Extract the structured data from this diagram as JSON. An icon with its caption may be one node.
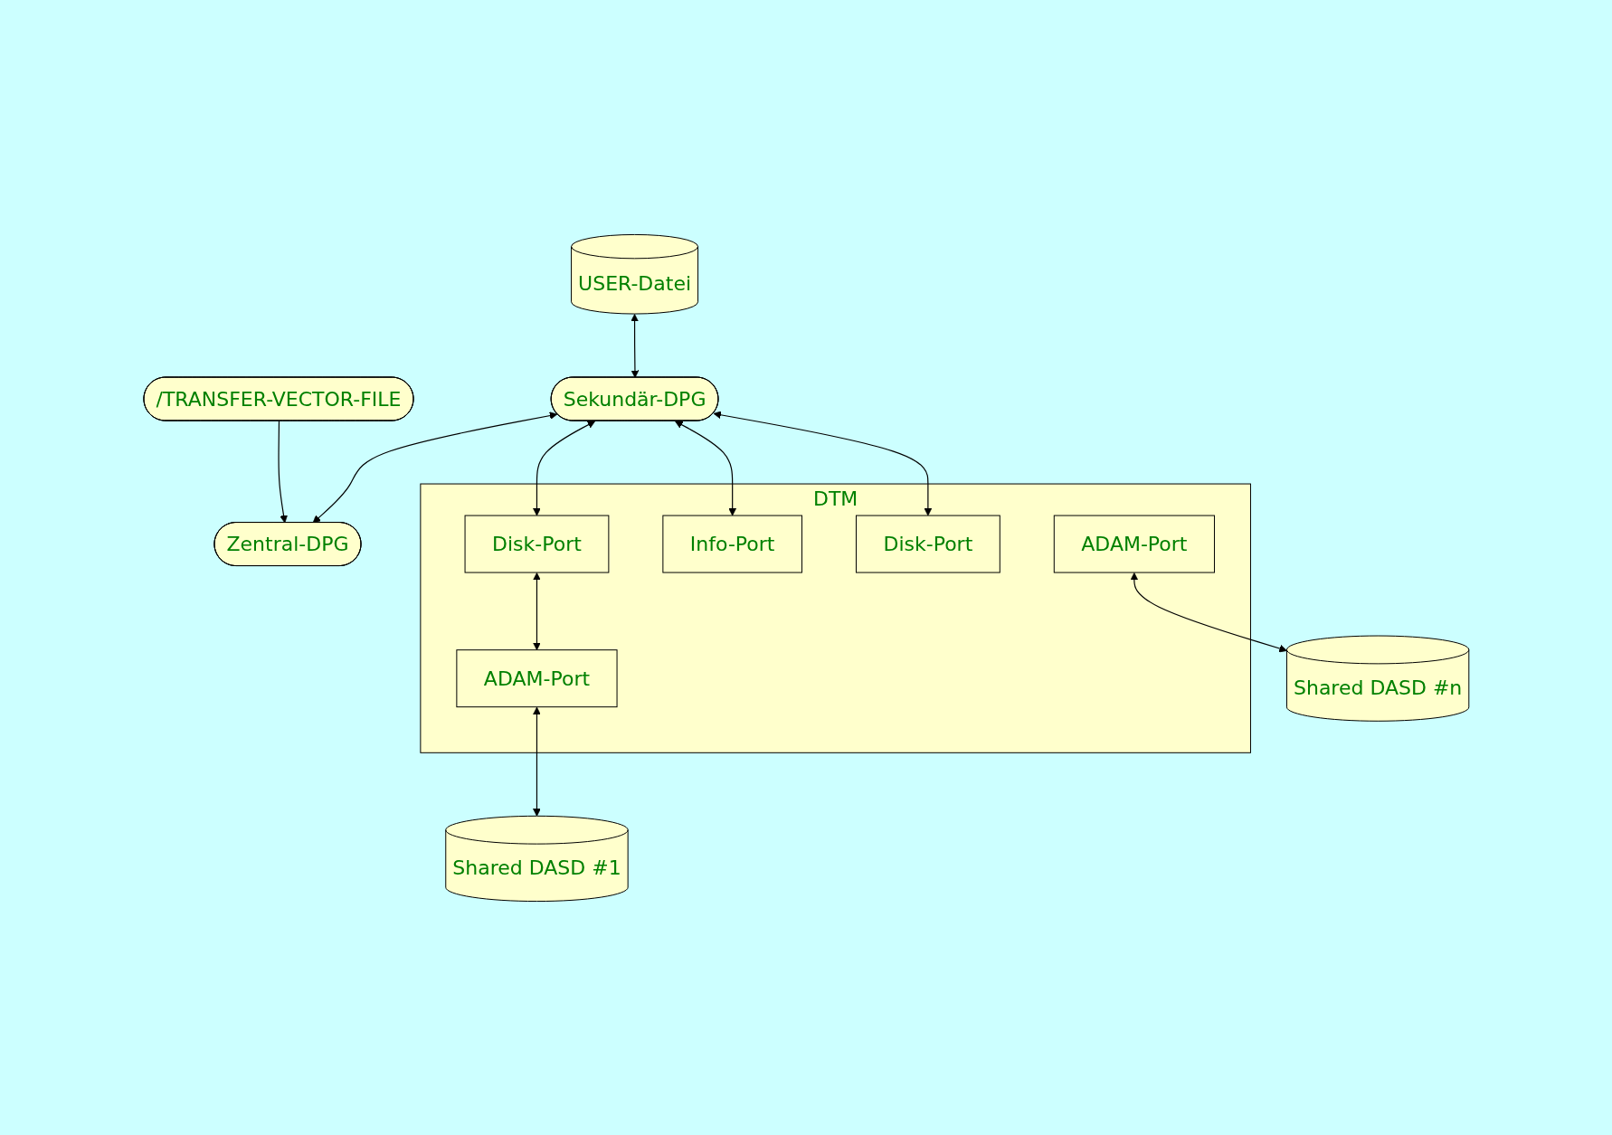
{
  "diagram": {
    "nodes": [
      {
        "text": [
          "USER-Datei"
        ]
      },
      {
        "text": [
          "/TRANSFER-VECTOR-FILE"
        ]
      },
      {
        "text": [
          "Sekundär-DPG"
        ]
      },
      {
        "text": [
          "Zentral-DPG"
        ]
      },
      {
        "text": [
          "DTM"
        ]
      },
      {
        "text": [
          "Disk-Port"
        ],
        "in": 4
      },
      {
        "text": [
          "Info-Port"
        ],
        "in": 4
      },
      {
        "text": [
          "Disk-Port"
        ],
        "in": 4
      },
      {
        "text": [
          "ADAM-Port"
        ],
        "in": 4
      },
      {
        "text": [
          "ADAM-Port"
        ],
        "in": 4
      },
      {
        "text": [
          "Shared DASD #1"
        ]
      },
      {
        "text": [
          "Shared DASD #n"
        ]
      }
    ],
    "edges": [
      {
        "from": 1,
        "to": 3,
        "arrow": "to"
      },
      {
        "from": 0,
        "to": 2,
        "arrow": "both"
      },
      {
        "from": 2,
        "to": 3,
        "arrow": "both"
      },
      {
        "from": 2,
        "to": 5,
        "arrow": "both"
      },
      {
        "from": 2,
        "to": 6,
        "arrow": "both"
      },
      {
        "from": 2,
        "to": 7,
        "arrow": "both"
      },
      {
        "from": 5,
        "to": 8,
        "arrow": "both"
      },
      {
        "from": 8,
        "to": 10,
        "arrow": "both"
      },
      {
        "from": 9,
        "to": 11,
        "arrow": "both"
      }
    ]
  }
}
